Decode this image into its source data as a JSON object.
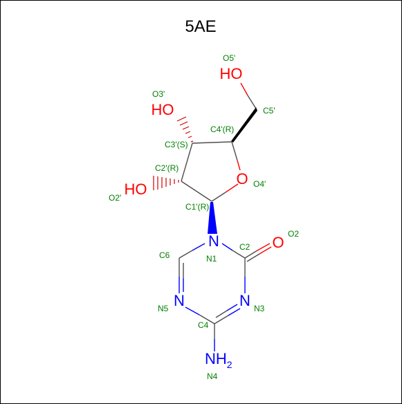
{
  "title": "5AE",
  "colors": {
    "oxygen": "#ff0000",
    "nitrogen": "#0000ff",
    "label": "#008000",
    "bond": "#4d4d4d"
  },
  "atoms": {
    "ho_top": "HO",
    "ho_left": "HO",
    "ho_bottom": "HO",
    "ring_o": "O",
    "carbonyl_o": "O",
    "n1": "N",
    "n3": "N",
    "n5": "N",
    "nh2_main": "NH",
    "nh2_sub": "2"
  },
  "labels": {
    "o5p": "O5'",
    "c5p": "C5'",
    "o3p": "O3'",
    "c4p": "C4'(R)",
    "c3p": "C3'(S)",
    "c2p": "C2'(R)",
    "o4p": "O4'",
    "o2p": "O2'",
    "c1p": "C1'(R)",
    "o2": "O2",
    "c2": "C2",
    "c6": "C6",
    "n1": "N1",
    "n5": "N5",
    "n3": "N3",
    "c4": "C4",
    "n4": "N4"
  }
}
